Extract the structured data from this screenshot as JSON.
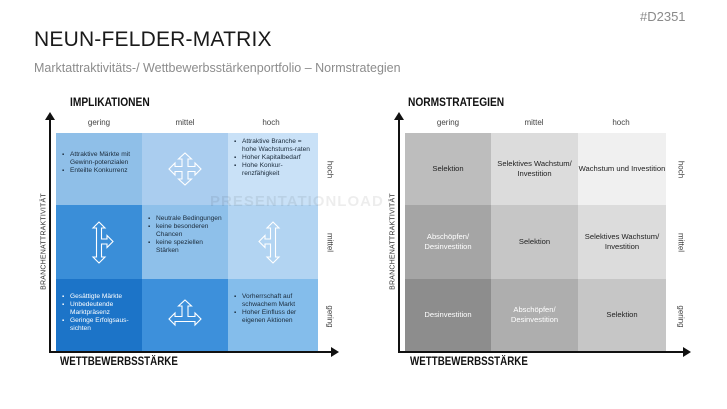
{
  "slide_id": "#D2351",
  "title": "NEUN-FELDER-MATRIX",
  "subtitle": "Marktattraktivitäts-/ Wettbewerbsstärkenportfolio – Normstrategien",
  "watermark": "PRESENTATIONLOAD",
  "left": {
    "heading": "IMPLIKATIONEN",
    "col_labels": [
      "gering",
      "mittel",
      "hoch"
    ],
    "row_labels": [
      "hoch",
      "mittel",
      "gering"
    ],
    "y_axis_label": "BRANCHENATTRAKTIVITÄT",
    "x_axis_label": "WETTBEWERBSSTÄRKE",
    "colors": [
      "#8fbfe8",
      "#aacdef",
      "#c9e1f7",
      "#3a8ed8",
      "#8ec0ea",
      "#b2d4f2",
      "#1c74c8",
      "#3d90db",
      "#84bdeb"
    ],
    "cells": [
      {
        "items": [
          "Attraktive Märkte mit Gewinn-potenzialen",
          "Enteilte Konkurrenz"
        ]
      },
      {
        "icon": "arrows-four-way-icon"
      },
      {
        "items": [
          "Attraktive Branche = hohe Wachstums-raten",
          "Hoher Kapitalbedarf",
          "Hohe Konkur-renzfähigkeit"
        ]
      },
      {
        "icon": "arrows-three-way-icon"
      },
      {
        "items": [
          "Neutrale Bedingungen",
          "keine besonderen Chancen",
          "keine speziellen Stärken"
        ]
      },
      {
        "icon": "arrows-three-way-left-icon"
      },
      {
        "items": [
          "Gesättigte Märkte",
          "Unbedeutende Marktpräsenz",
          "Geringe Erfolgsaus-sichten"
        ]
      },
      {
        "icon": "arrows-three-way-up-icon"
      },
      {
        "items": [
          "Vorherrschaft auf schwachem Markt",
          "Hoher Einfluss der eigenen Aktionen"
        ]
      }
    ]
  },
  "right": {
    "heading": "NORMSTRATEGIEN",
    "col_labels": [
      "gering",
      "mittel",
      "hoch"
    ],
    "row_labels": [
      "hoch",
      "mittel",
      "gering"
    ],
    "y_axis_label": "BRANCHENATTRAKTIVITÄT",
    "x_axis_label": "WETTBEWERBSSTÄRKE",
    "colors": [
      "#bdbdbd",
      "#dcdcdc",
      "#f0f0f0",
      "#a5a5a5",
      "#c6c6c6",
      "#dcdcdc",
      "#8d8d8d",
      "#aeaeae",
      "#c6c6c6"
    ],
    "text_colors": [
      "#222",
      "#222",
      "#222",
      "#ffffff",
      "#222",
      "#222",
      "#ffffff",
      "#ffffff",
      "#222"
    ],
    "cells": [
      "Selektion",
      "Selektives Wachstum/ Investition",
      "Wachstum und Investition",
      "Abschöpfen/ Desinvestition",
      "Selektion",
      "Selektives Wachstum/ Investition",
      "Desinvestition",
      "Abschöpfen/ Desinvestition",
      "Selektion"
    ]
  }
}
